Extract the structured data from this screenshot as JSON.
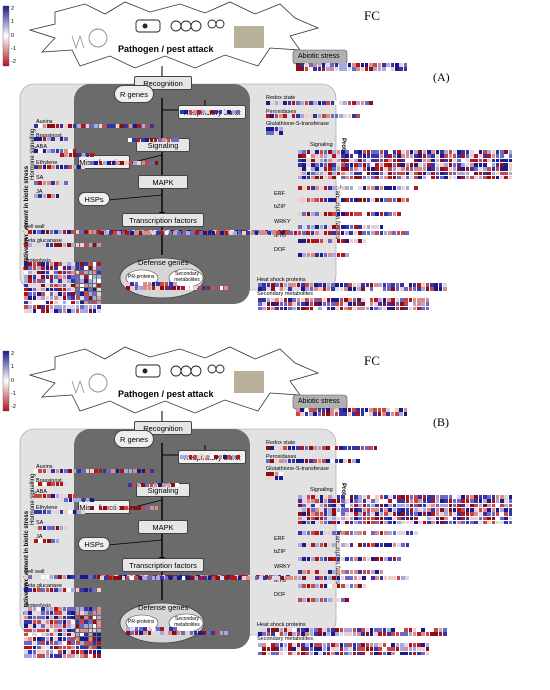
{
  "fc_label": "FC",
  "attack_label": "Pathogen / pest attack",
  "colors": {
    "high": "#1a1a8c",
    "mid": "#ffffff",
    "low": "#b3131b",
    "outer_box": "#e2e2e2",
    "inner_box": "#6b6b6b"
  },
  "scale_ticks": [
    "2",
    "1",
    "0",
    "-1",
    "-2"
  ],
  "side_labels": {
    "left_bold": "Putative involvement in biotic stress",
    "hormone": "Hormone signalling",
    "right_bold": "Proteolysis"
  },
  "pathway": {
    "recognition": "Recognition",
    "r_genes": "R genes",
    "respiratory": "Respiratory burst",
    "signaling": "Signaling",
    "misc": "Misc. functions",
    "mapk": "MAPK",
    "hsps": "HSPs",
    "tf": "Transcription factors",
    "defense": "Defense genes",
    "pr": "PR-proteins",
    "secondary_meta": "Secondary metabolites"
  },
  "left_labels": {
    "auxins": "Auxins",
    "brassinost": "Brassinost.",
    "aba": "ABA",
    "ethylene": "Ethylene",
    "sa": "SA",
    "ja": "JA",
    "cell_wall": "Cell wall",
    "beta_glucanase": "Beta glucanase",
    "proteolysis": "Proteolysis"
  },
  "right_labels": {
    "abiotic": "Abiotic stress",
    "redox": "Redox state",
    "peroxidases": "Peroxidases",
    "glutathione": "Glutathione-S-transferase",
    "signaling": "Signaling",
    "erf": "ERF",
    "bzip": "bZIP",
    "wrky": "WRKY",
    "myb": "MYB",
    "dof": "DOF",
    "heat_shock": "Heat shock proteins",
    "secondary": "Secondary metabolites",
    "tf_vertical": "Transcription factors"
  },
  "panels": [
    {
      "label": "(A)"
    },
    {
      "label": "(B)"
    }
  ]
}
